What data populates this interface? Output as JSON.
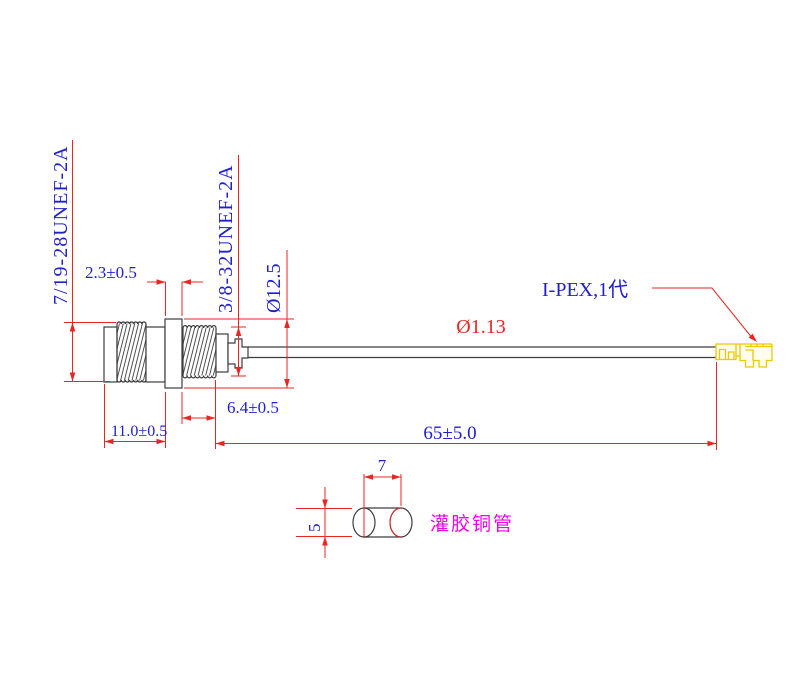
{
  "drawing": {
    "connector": {
      "front_thread_spec": "7/19-28UNEF-2A",
      "rear_thread_spec": "3/8-32UNEF-2A",
      "flange_thickness": "2.3±0.5",
      "flange_diameter": "Ø12.5",
      "body_length": "11.0±0.5",
      "rear_thread_length": "6.4±0.5"
    },
    "cable": {
      "diameter_label": "Ø1.13",
      "length_label": "65±5.0"
    },
    "ipex_connector": {
      "label": "I-PEX,1代"
    },
    "copper_tube": {
      "length_label": "7",
      "diameter_label": "5",
      "note": "灌胶铜管"
    },
    "colors": {
      "dimension_line_red": "#e82723",
      "dimension_text_blue": "#2020cf",
      "outline_dark": "#3d3d3d",
      "ipex_yellow": "#eec800",
      "note_magenta": "#ef00ef",
      "background": "#ffffff"
    }
  }
}
